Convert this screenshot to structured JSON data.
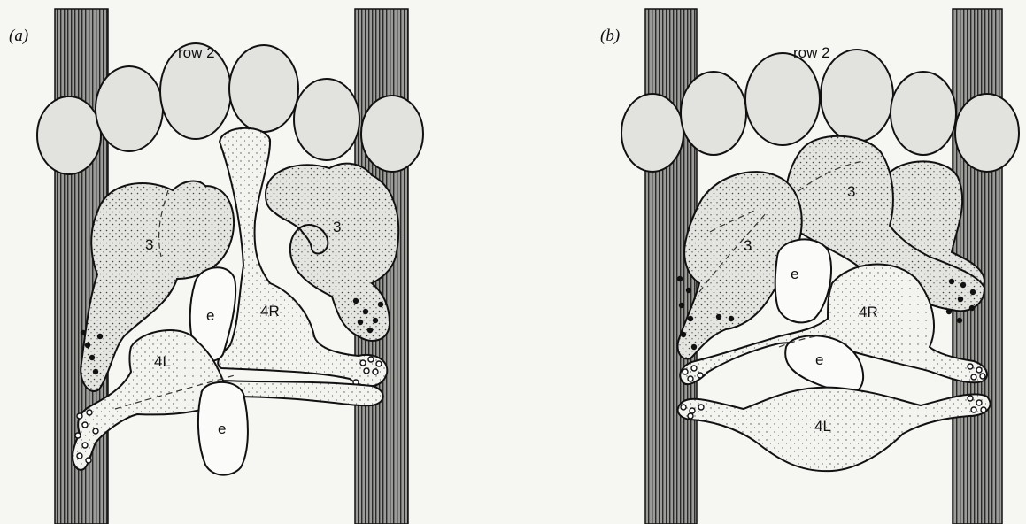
{
  "panels": [
    {
      "id": "a",
      "panel_label": "(a)",
      "labels": {
        "row2": "row 2",
        "cell3_left": "3",
        "cell3_right": "3",
        "cell4L": "4L",
        "cell4R": "4R",
        "cellE_upper": "e",
        "cellE_lower": "e"
      }
    },
    {
      "id": "b",
      "panel_label": "(b)",
      "labels": {
        "row2": "row 2",
        "cell3_upper": "3",
        "cell3_lower": "3",
        "cell4L": "4L",
        "cell4R": "4R",
        "cellE_upper": "e",
        "cellE_lower": "e"
      }
    }
  ],
  "colors": {
    "outline": "#111111",
    "row2_fill": "#e2e2df",
    "stipple_fill": "#d9d9d5",
    "background": "#f6f6f3"
  }
}
